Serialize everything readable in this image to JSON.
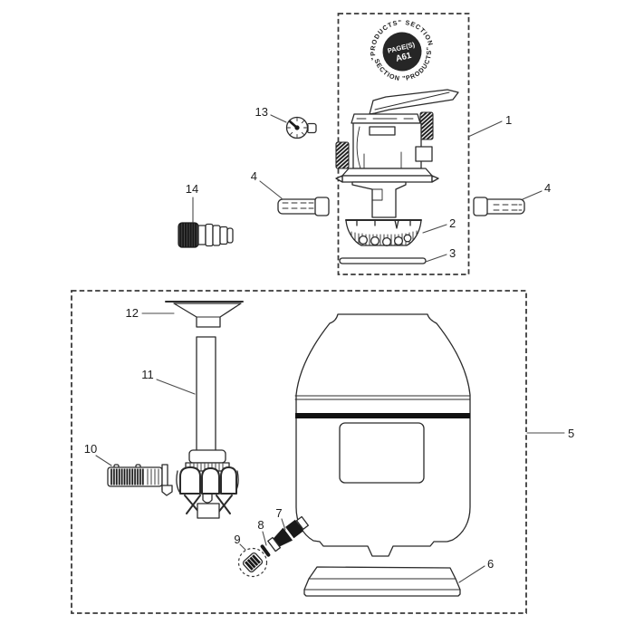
{
  "stamp": {
    "arc_top": "\"PRODUCTS\" SECTION",
    "arc_bottom": "SECTION \"PRODUCTS\"",
    "line1": "PAGE(S)",
    "line2": "A61"
  },
  "callouts": {
    "c1": "1",
    "c2": "2",
    "c3": "3",
    "c4_left": "4",
    "c4_right": "4",
    "c5": "5",
    "c6": "6",
    "c7": "7",
    "c8": "8",
    "c9": "9",
    "c10": "10",
    "c11": "11",
    "c12": "12",
    "c13": "13",
    "c14": "14"
  },
  "colors": {
    "line": "#2b2b2b",
    "dark_fill": "#191919",
    "stamp_background": "#262626",
    "label_text": "#1d1d1d"
  }
}
